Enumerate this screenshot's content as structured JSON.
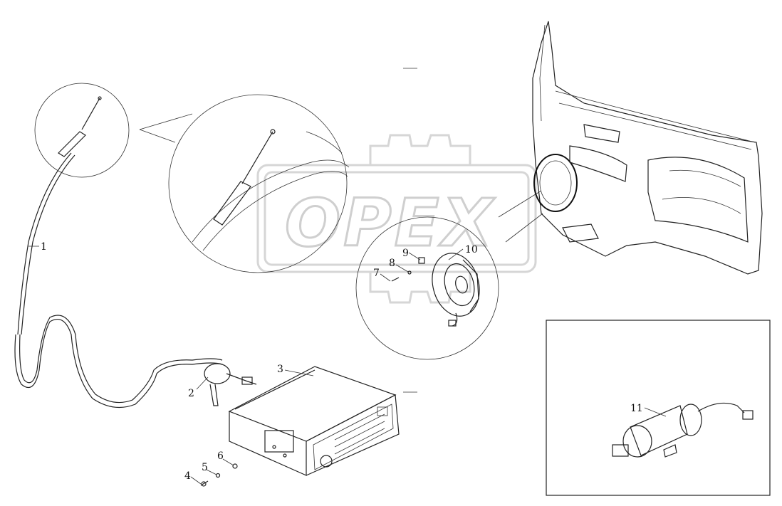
{
  "watermark": {
    "text": "OPEX"
  },
  "callouts": [
    {
      "id": "1",
      "label": "1"
    },
    {
      "id": "2",
      "label": "2"
    },
    {
      "id": "3",
      "label": "3"
    },
    {
      "id": "4",
      "label": "4"
    },
    {
      "id": "5",
      "label": "5"
    },
    {
      "id": "6",
      "label": "6"
    },
    {
      "id": "7",
      "label": "7"
    },
    {
      "id": "8",
      "label": "8"
    },
    {
      "id": "9",
      "label": "9"
    },
    {
      "id": "10",
      "label": "10"
    },
    {
      "id": "11",
      "label": "11"
    }
  ]
}
